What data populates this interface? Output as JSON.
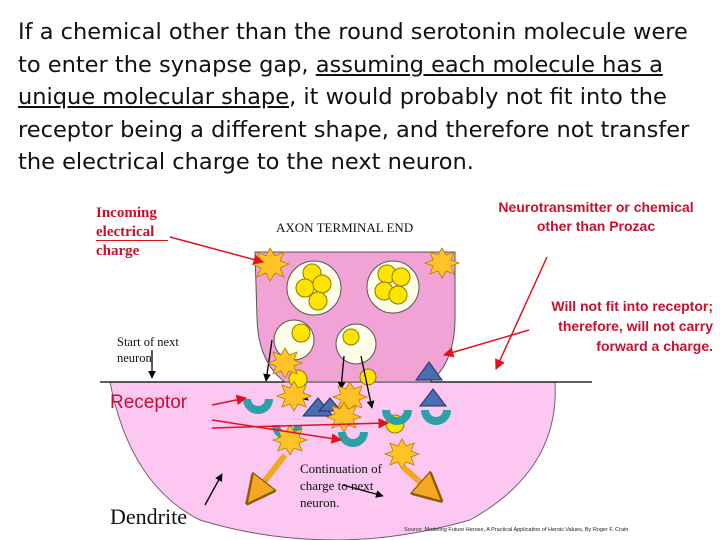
{
  "intro": {
    "part1": "If a chemical other than the round serotonin molecule were to enter the synapse gap, ",
    "underlined": "assuming each molecule has a unique molecular shape",
    "part2": ", it would probably not fit into the receptor being a different shape, and therefore not transfer the electrical charge to the next neuron."
  },
  "labels": {
    "incoming": "Incoming electrical charge",
    "axon_end": "AXON TERMINAL END",
    "neurotransmitter": "Neurotransmitter or chemical other than Prozac",
    "will_not_fit": "Will not fit into receptor; therefore, will not carry forward a charge.",
    "start_next": "Start of next neuron",
    "receptor": "Receptor",
    "continuation": "Continuation of charge to next neuron.",
    "dendrite": "Dendrite",
    "source": "Source: Modeling Future Heroes, A Practical Application of Heroic Values, By Roger F. Crain"
  },
  "colors": {
    "terminal": "#f2a3d5",
    "dendrite": "#fcc8f2",
    "vesicle": "#fdfde8",
    "molecule": "#ffe400",
    "receptor": "#2e9fa6",
    "blocker": "#4a6cb0",
    "spark": "#ffc328",
    "label_red": "#c8102e",
    "arrow_red": "#e0121b",
    "arrow_orange": "#f5a623"
  }
}
